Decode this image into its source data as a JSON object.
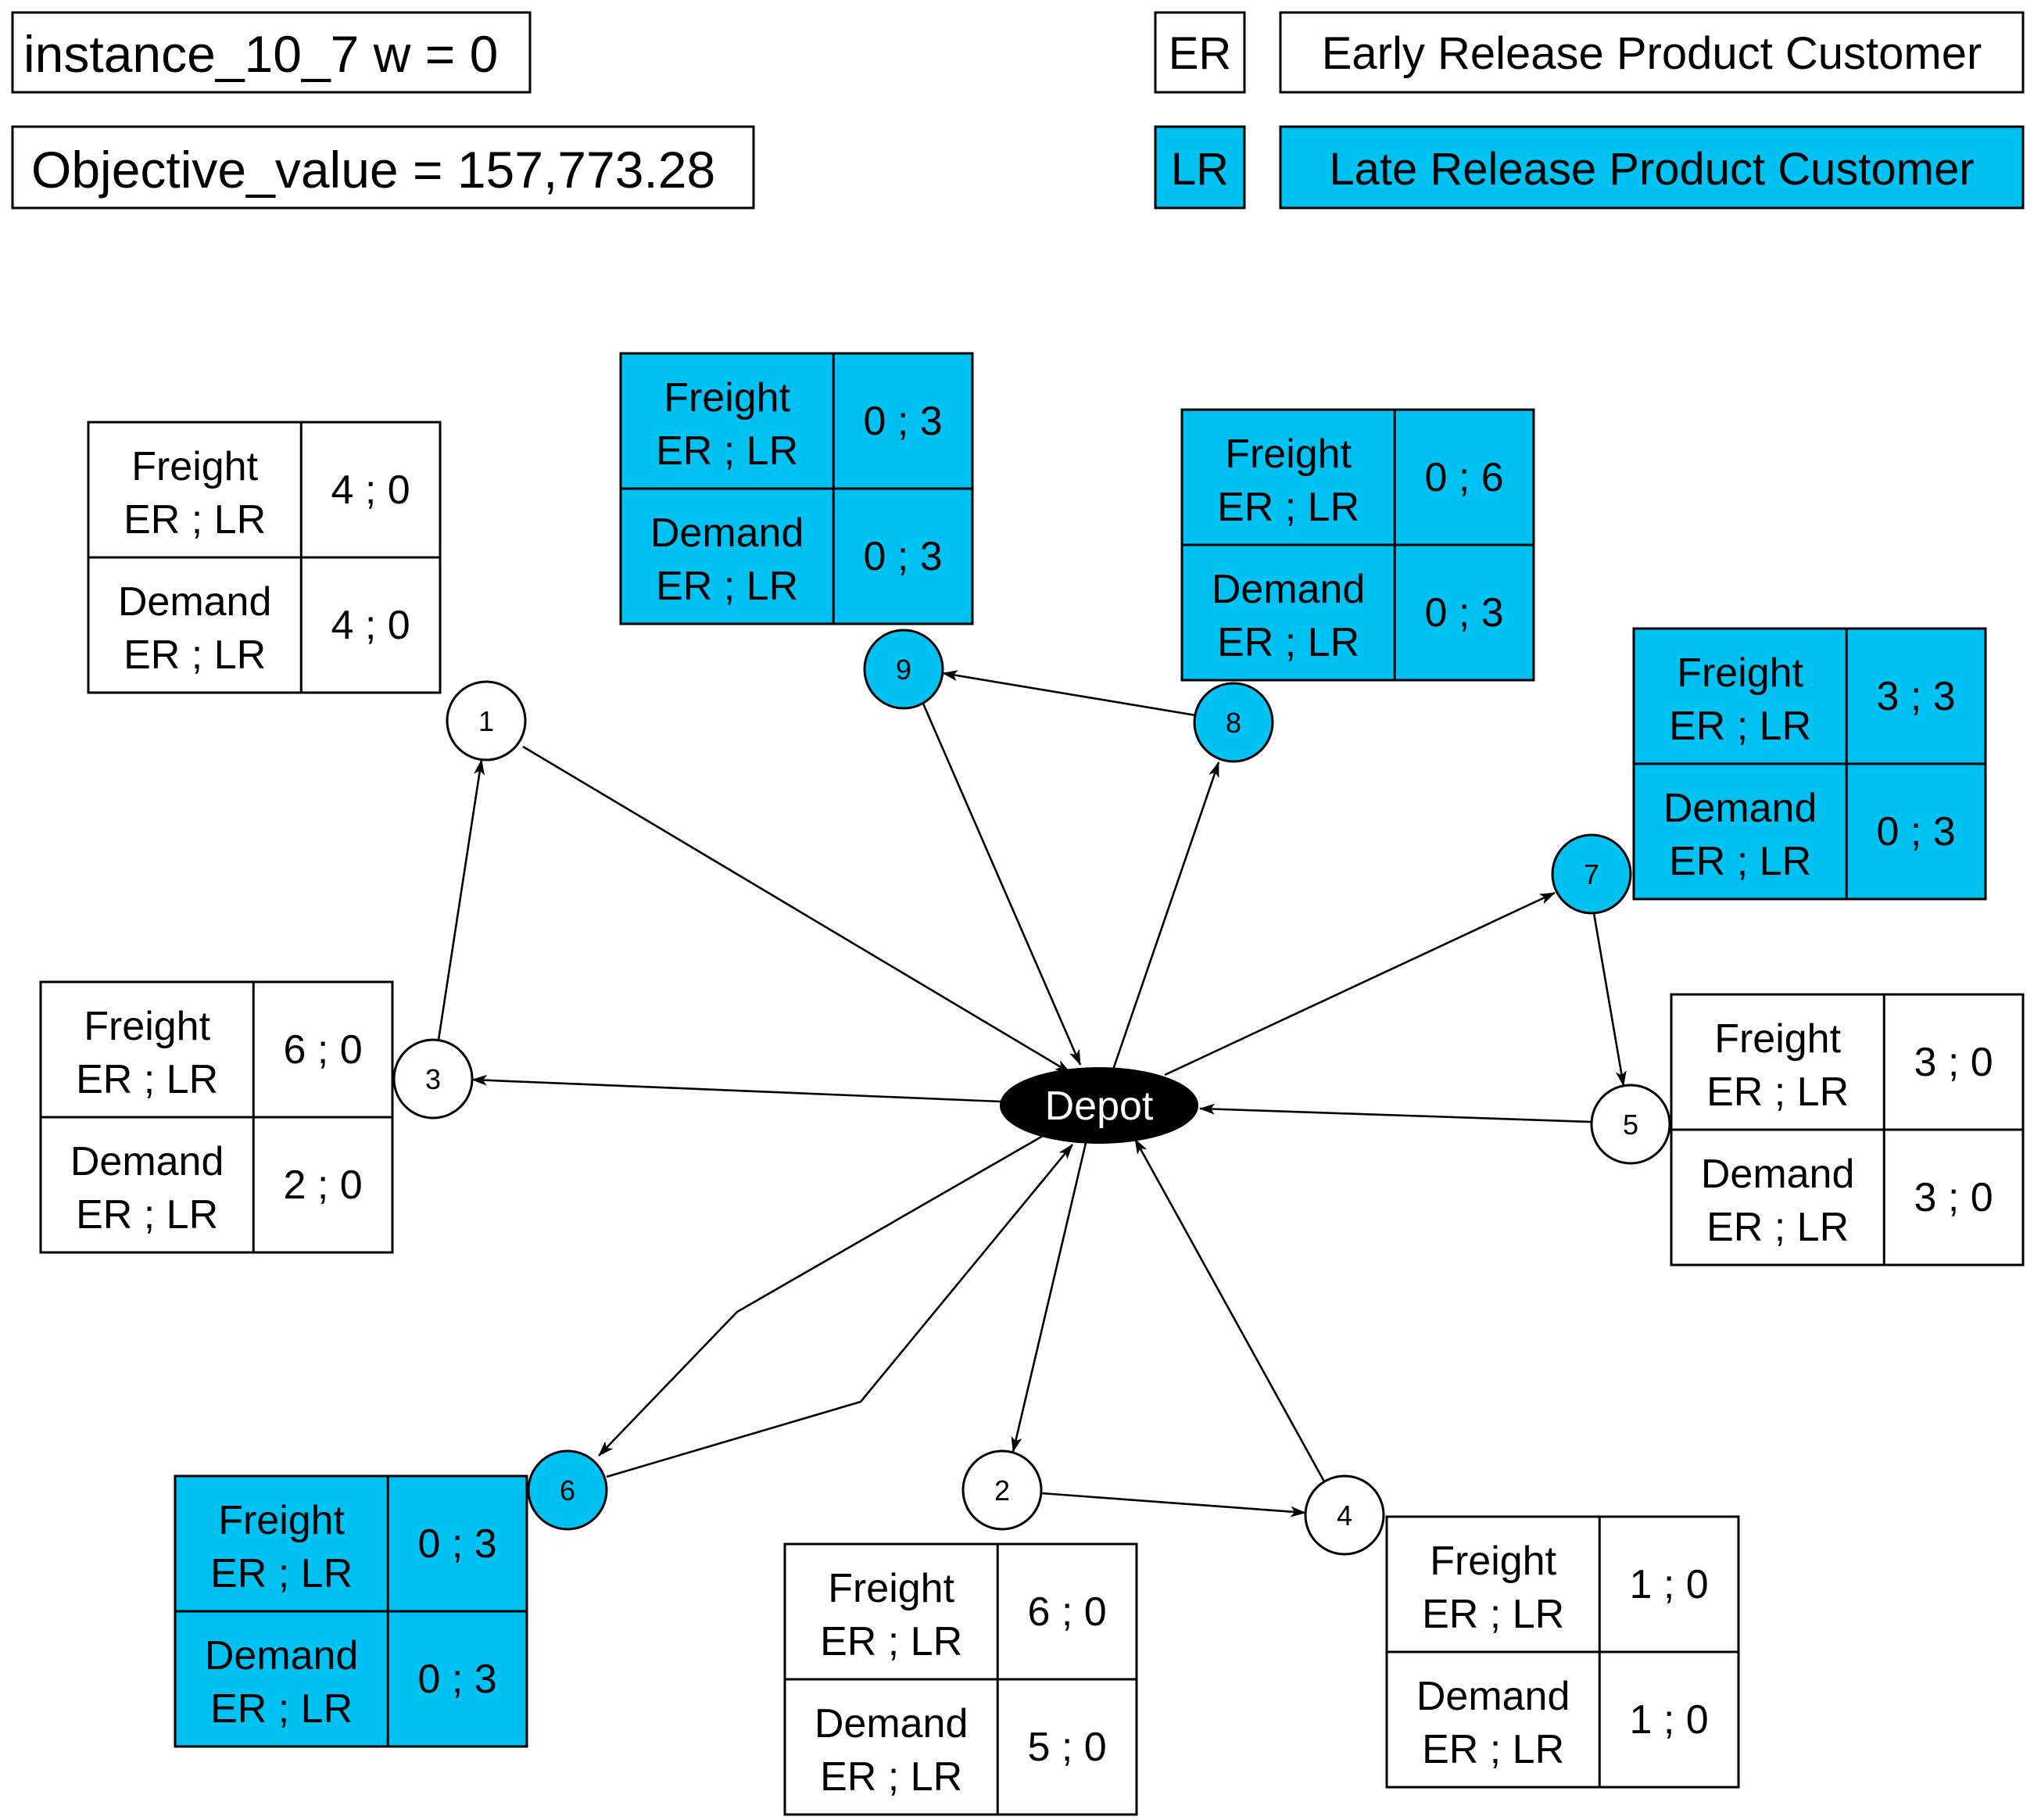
{
  "header": {
    "instance": "instance_10_7 w = 0",
    "objective": "Objective_value = 157,773.28"
  },
  "legend": {
    "er_code": "ER",
    "er_label": "Early Release Product Customer",
    "lr_code": "LR",
    "lr_label": "Late Release Product Customer"
  },
  "colors": {
    "lr_fill": "#00c2f2",
    "er_fill": "#ffffff",
    "depot_fill": "#000000"
  },
  "table_labels": {
    "freight": "Freight",
    "demand": "Demand",
    "er_lr": "ER ; LR"
  },
  "depot": {
    "label": "Depot"
  },
  "customers": [
    {
      "id": "1",
      "type": "ER",
      "freight": "4 ; 0",
      "demand": "4 ; 0"
    },
    {
      "id": "2",
      "type": "ER",
      "freight": "6 ; 0",
      "demand": "5 ; 0"
    },
    {
      "id": "3",
      "type": "ER",
      "freight": "6 ; 0",
      "demand": "2 ; 0"
    },
    {
      "id": "4",
      "type": "ER",
      "freight": "1 ; 0",
      "demand": "1 ; 0"
    },
    {
      "id": "5",
      "type": "ER",
      "freight": "3 ; 0",
      "demand": "3 ; 0"
    },
    {
      "id": "6",
      "type": "LR",
      "freight": "0 ; 3",
      "demand": "0 ; 3"
    },
    {
      "id": "7",
      "type": "LR",
      "freight": "3 ; 3",
      "demand": "0 ; 3"
    },
    {
      "id": "8",
      "type": "LR",
      "freight": "0 ; 6",
      "demand": "0 ; 3"
    },
    {
      "id": "9",
      "type": "LR",
      "freight": "0 ; 3",
      "demand": "0 ; 3"
    }
  ],
  "routes": [
    [
      "Depot",
      "3",
      "1",
      "Depot"
    ],
    [
      "Depot",
      "8",
      "9",
      "Depot"
    ],
    [
      "Depot",
      "7",
      "5",
      "Depot"
    ],
    [
      "Depot",
      "6",
      "Depot"
    ],
    [
      "Depot",
      "2",
      "4",
      "Depot"
    ]
  ]
}
